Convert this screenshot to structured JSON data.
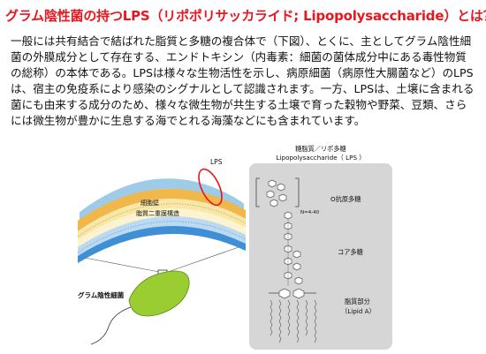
{
  "title": "グラム陰性菌の持つLPS（リポポリサッカライド; Lipopolysaccharide）とは？",
  "body_text": "一般には共有結合で結ばれた脂質と多糖の複合体で（下図）、とくに、主としてグラム陰性細菌の外膜成分として存在する、エンドトキシン（内毒素：細菌の菌体成分中にある毒性物質の総称）の本体である。LPSは様々な生物活性を示し、病原細菌（病原性大腸菌など）のLPSは、宿主の免疫系により感染のシグナルとして認識されます。一方、LPSは、土壌に含まれる菌にも由来する成分のため、様々な微生物が共生する土壌で育った穀物や野菜、豆類、さらには微生物が豊かに生息する海でとれる海藻などにも含まれています。",
  "left_figure": {
    "lps_label": "LPS",
    "cell_wall_label": "細胞壁",
    "membrane_label": "脂質二重膜構造",
    "bacterium_label": "グラム陰性細菌"
  },
  "right_figure": {
    "title_line1": "糖脂質／リポ多糖",
    "title_line2": "Lipopolysaccharide（ LPS ）",
    "o_antigen_label": "O抗原多糖",
    "repeat_label": "N=4-40",
    "core_label": "コア多糖",
    "lipid_label_line1": "脂質部分",
    "lipid_label_line2": "（Lipid A）"
  },
  "colors": {
    "title": "#e8161e",
    "bacterium_fill": "#9acd32",
    "membrane_upper": "#f0b84a",
    "membrane_lower": "#3f8fd6",
    "lps_ring": "#e8161e",
    "panel_bg": "#d6d6d6"
  }
}
